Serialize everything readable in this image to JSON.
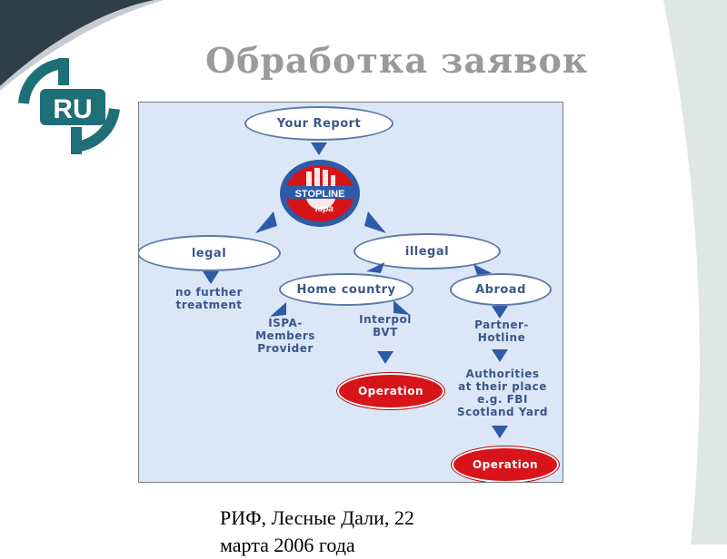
{
  "slide": {
    "title": "Обработка заявок",
    "footer_line1": "РИФ, Лесные Дали, 22",
    "footer_line2": "марта 2006 года"
  },
  "logo": {
    "text": "RU"
  },
  "diagram": {
    "your_report": "Your Report",
    "stopline": "STOPLINE",
    "ispa": "ispa",
    "legal": "legal",
    "illegal": "illegal",
    "no_further_1": "no further",
    "no_further_2": "treatment",
    "home_country": "Home country",
    "abroad": "Abroad",
    "ispa_members_1": "ISPA-",
    "ispa_members_2": "Members",
    "ispa_members_3": "Provider",
    "interpol_1": "Interpol",
    "interpol_2": "BVT",
    "partner_1": "Partner-",
    "partner_2": "Hotline",
    "authorities_1": "Authorities",
    "authorities_2": "at their place",
    "authorities_3": "e.g. FBI",
    "authorities_4": "Scotland Yard",
    "operation_1": "Operation",
    "operation_2": "Operation"
  },
  "colors": {
    "accent_teal": "#1f6f78",
    "oval_border": "#5c78a8",
    "text_blue": "#3d5688",
    "arrow_blue": "#2e5ba8",
    "operation_red": "#d8141b",
    "diagram_bg": "#dbe7f7"
  }
}
